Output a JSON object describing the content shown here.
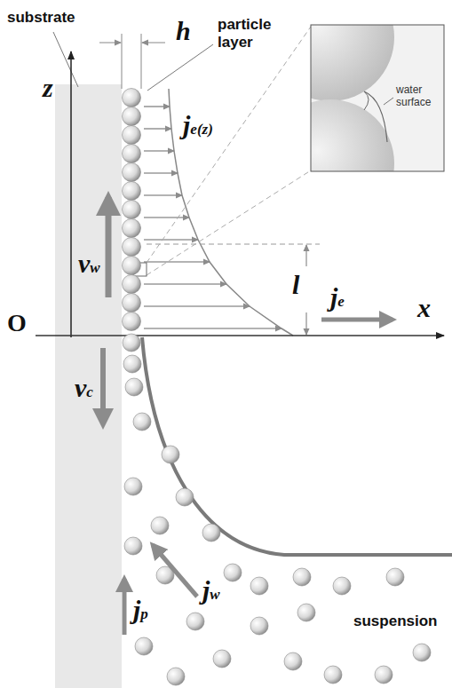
{
  "diagram": {
    "labels": [
      "substrate",
      "h",
      "particle layer",
      "water surface",
      "z",
      "vw",
      "je(z)",
      "l",
      "je",
      "O",
      "x",
      "vc",
      "jp",
      "jw",
      "suspension"
    ]
  }
}
